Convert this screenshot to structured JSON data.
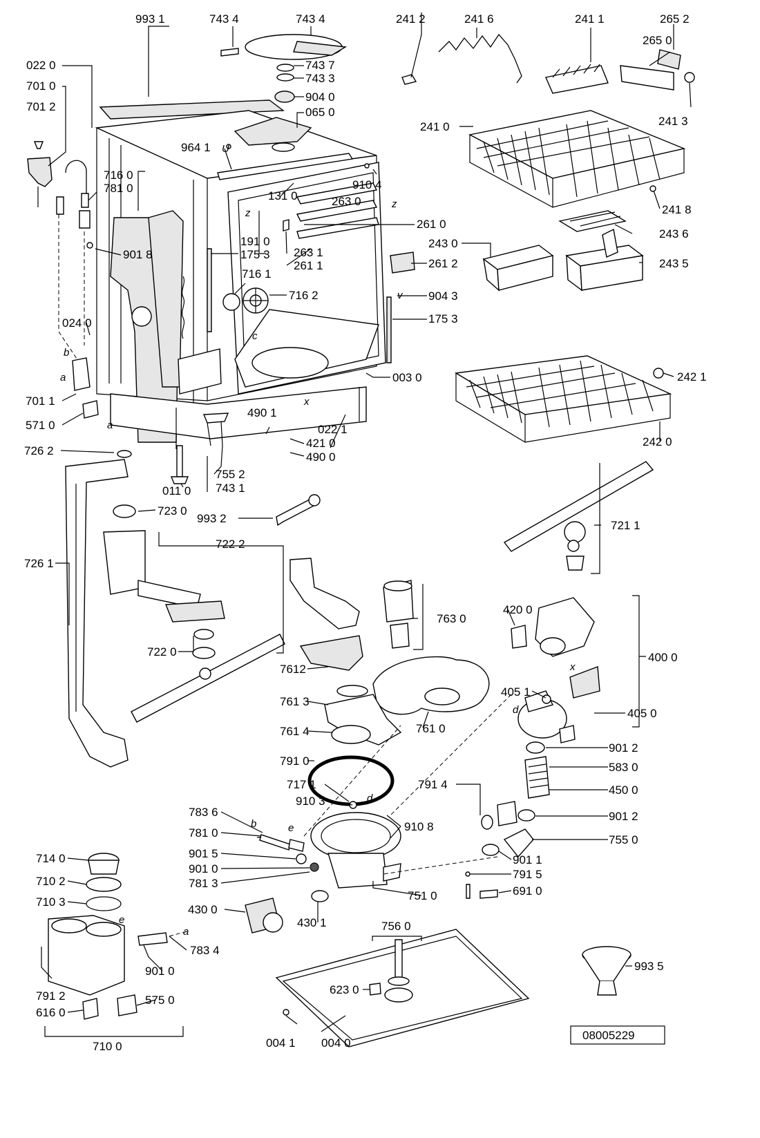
{
  "labels": {
    "p9931": "993 1",
    "p7434a": "743 4",
    "p7434b": "743 4",
    "p7437": "743 7",
    "p7433": "743 3",
    "p9040": "904 0",
    "p0650": "065 0",
    "p0220": "022 0",
    "p7010": "701 0",
    "p7012": "701 2",
    "p9641": "964 1",
    "p9104": "910 4",
    "p1310": "131 0",
    "p2630": "263 0",
    "p2610": "261 0",
    "p7160": "716 0",
    "p7810a": "781 0",
    "p9018": "901 8",
    "p1910": "191 0",
    "p1753a": "175 3",
    "p2631": "263 1",
    "p2611": "261 1",
    "p2612": "261 2",
    "p7161": "716 1",
    "p7162": "716 2",
    "p9043": "904 3",
    "p1753b": "175 3",
    "p0240": "024 0",
    "p0030": "003 0",
    "p7011": "701 1",
    "p5710": "571 0",
    "p4901": "490 1",
    "p0221": "022 1",
    "p4210": "421 0",
    "p4900": "490 0",
    "p7262": "726 2",
    "p0110": "011 0",
    "p7552": "755 2",
    "p7431": "743 1",
    "p7230": "723 0",
    "p9932": "993 2",
    "p7222": "722 2",
    "p7261": "726 1",
    "p7220": "722 0",
    "p7612": "7612",
    "p7613": "761 3",
    "p7614": "761 4",
    "p7630": "763 0",
    "p7610": "761 0",
    "p7910": "791 0",
    "p7171": "717 1",
    "p9103": "910 3",
    "p9108": "910 8",
    "p7836": "783 6",
    "p7810b": "781 0",
    "p9015": "901 5",
    "p9010a": "901 0",
    "p7813": "781 3",
    "p4300": "430 0",
    "p4301": "430 1",
    "p7510": "751 0",
    "p7140": "714 0",
    "p7102": "710 2",
    "p7103": "710 3",
    "p7834": "783 4",
    "p9010b": "901 0",
    "p7912": "791 2",
    "p6160": "616 0",
    "p5750": "575 0",
    "p7100": "710 0",
    "p0041": "004 1",
    "p0040": "004 0",
    "p7560": "756 0",
    "p6230": "623 0",
    "p2412": "241 2",
    "p2416": "241 6",
    "p2411": "241 1",
    "p2652": "265 2",
    "p2650": "265 0",
    "p2413": "241 3",
    "p2410": "241 0",
    "p2418": "241 8",
    "p2436": "243 6",
    "p2430": "243 0",
    "p2435": "243 5",
    "p2421": "242 1",
    "p2420": "242 0",
    "p7211": "721 1",
    "p4200": "420 0",
    "p4000": "400 0",
    "p4051": "405 1",
    "p4050": "405 0",
    "p9012a": "901 2",
    "p5830": "583 0",
    "p4500": "450 0",
    "p7914": "791 4",
    "p9012b": "901 2",
    "p7550": "755 0",
    "p9011": "901 1",
    "p7915": "791 5",
    "p6910": "691 0",
    "p9935": "993 5"
  },
  "letters": {
    "z1": "z",
    "z2": "z",
    "c": "c",
    "x1": "x",
    "b1": "b",
    "a1": "a",
    "a2": "a",
    "d1": "d",
    "e1": "e",
    "b2": "b",
    "d2": "d",
    "x2": "x",
    "e2": "e",
    "a3": "a",
    "u": "U",
    "v": "v"
  },
  "drawing_number": "08005229"
}
